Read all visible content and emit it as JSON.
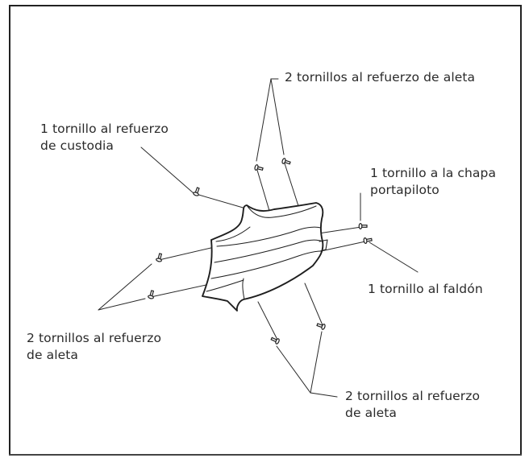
{
  "labels": {
    "top_right": "2 tornillos al refuerzo de aleta",
    "custodia_line1": "1 tornillo al refuerzo",
    "custodia_line2": "de custodia",
    "chapa_line1": "1 tornillo a la chapa",
    "chapa_line2": "portapiloto",
    "faldon": "1 tornillo al faldón",
    "left_line1": "2 tornillos al refuerzo",
    "left_line2": "de aleta",
    "bottom_line1": "2 tornillos al refuerzo",
    "bottom_line2": "de aleta"
  },
  "icons": {
    "part": "fender-liner-part-icon",
    "screw": "screw-icon"
  },
  "colors": {
    "ink": "#2a2a2a",
    "frame": "#222222",
    "background": "#ffffff"
  }
}
